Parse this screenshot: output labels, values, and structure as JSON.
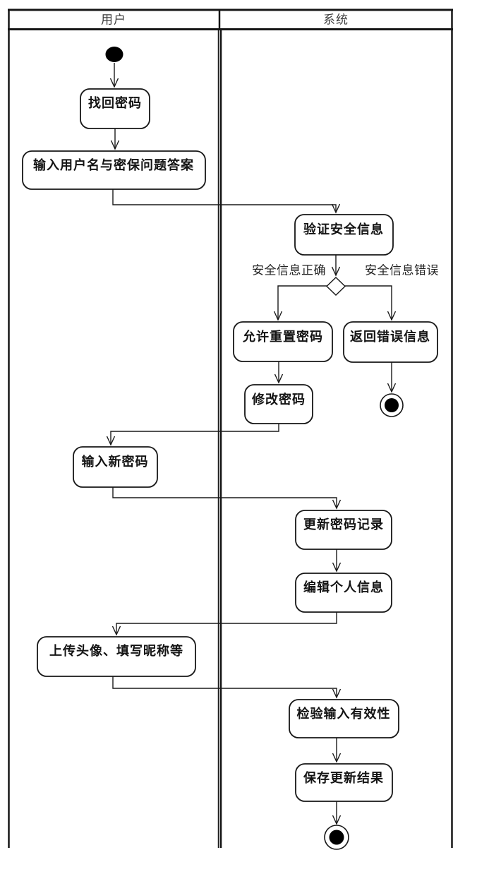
{
  "diagram": {
    "type": "uml-activity-swimlane",
    "colors": {
      "stroke": "#161616",
      "node_fill": "#ffffff",
      "start_end_fill": "#000000",
      "background": "#ffffff"
    },
    "lanes": [
      {
        "id": "user",
        "title": "用户"
      },
      {
        "id": "system",
        "title": "系统"
      }
    ],
    "activities": [
      {
        "id": "retrieve-password",
        "lane": "user",
        "label": "找回密码"
      },
      {
        "id": "enter-username-and-security-answer",
        "lane": "user",
        "label": "输入用户名与密保问题答案"
      },
      {
        "id": "verify-security-info",
        "lane": "system",
        "label": "验证安全信息"
      },
      {
        "id": "allow-password-reset",
        "lane": "system",
        "label": "允许重置密码"
      },
      {
        "id": "return-error-message",
        "lane": "system",
        "label": "返回错误信息"
      },
      {
        "id": "modify-password",
        "lane": "system",
        "label": "修改密码"
      },
      {
        "id": "enter-new-password",
        "lane": "user",
        "label": "输入新密码"
      },
      {
        "id": "update-password-record",
        "lane": "system",
        "label": "更新密码记录"
      },
      {
        "id": "edit-personal-info",
        "lane": "system",
        "label": "编辑个人信息"
      },
      {
        "id": "upload-avatar-fill-nickname",
        "lane": "user",
        "label": "上传头像、填写昵称等"
      },
      {
        "id": "validate-input",
        "lane": "system",
        "label": "检验输入有效性"
      },
      {
        "id": "save-update-result",
        "lane": "system",
        "label": "保存更新结果"
      }
    ],
    "decision": {
      "guards": [
        {
          "id": "security-info-correct",
          "label": "安全信息正确"
        },
        {
          "id": "security-info-wrong",
          "label": "安全信息错误"
        }
      ]
    }
  }
}
